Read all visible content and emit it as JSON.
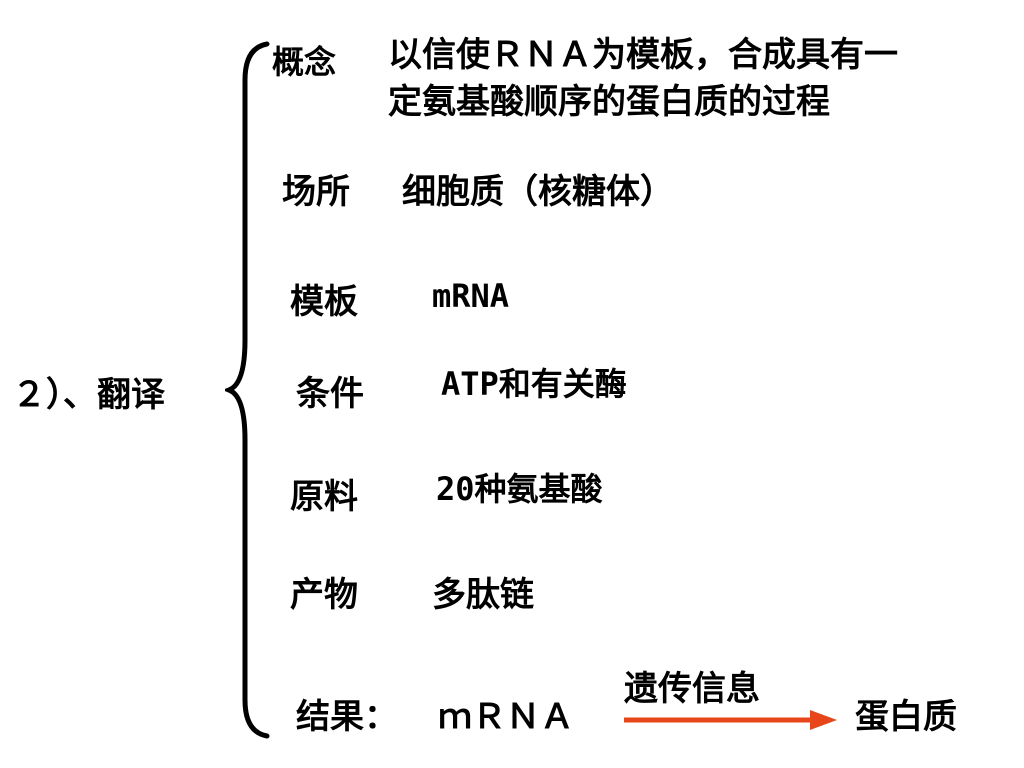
{
  "main_label": "２）、翻译",
  "rows": {
    "concept": {
      "label": "概念",
      "value_line1": "以信使ＲＮＡ为模板，合成具有一",
      "value_line2": "定氨基酸顺序的蛋白质的过程"
    },
    "place": {
      "label": "场所",
      "value": "细胞质（核糖体）"
    },
    "template": {
      "label": "模板",
      "value": "mRNA"
    },
    "condition": {
      "label": "条件",
      "value": "ATP和有关酶"
    },
    "material": {
      "label": "原料",
      "value": "20种氨基酸"
    },
    "product": {
      "label": "产物",
      "value": "多肽链"
    },
    "result": {
      "label": "结果：",
      "from": "ｍＲＮＡ",
      "arrow_label": "遗传信息",
      "to": "蛋白质"
    }
  },
  "colors": {
    "text": "#000000",
    "arrow": "#e8451a"
  }
}
